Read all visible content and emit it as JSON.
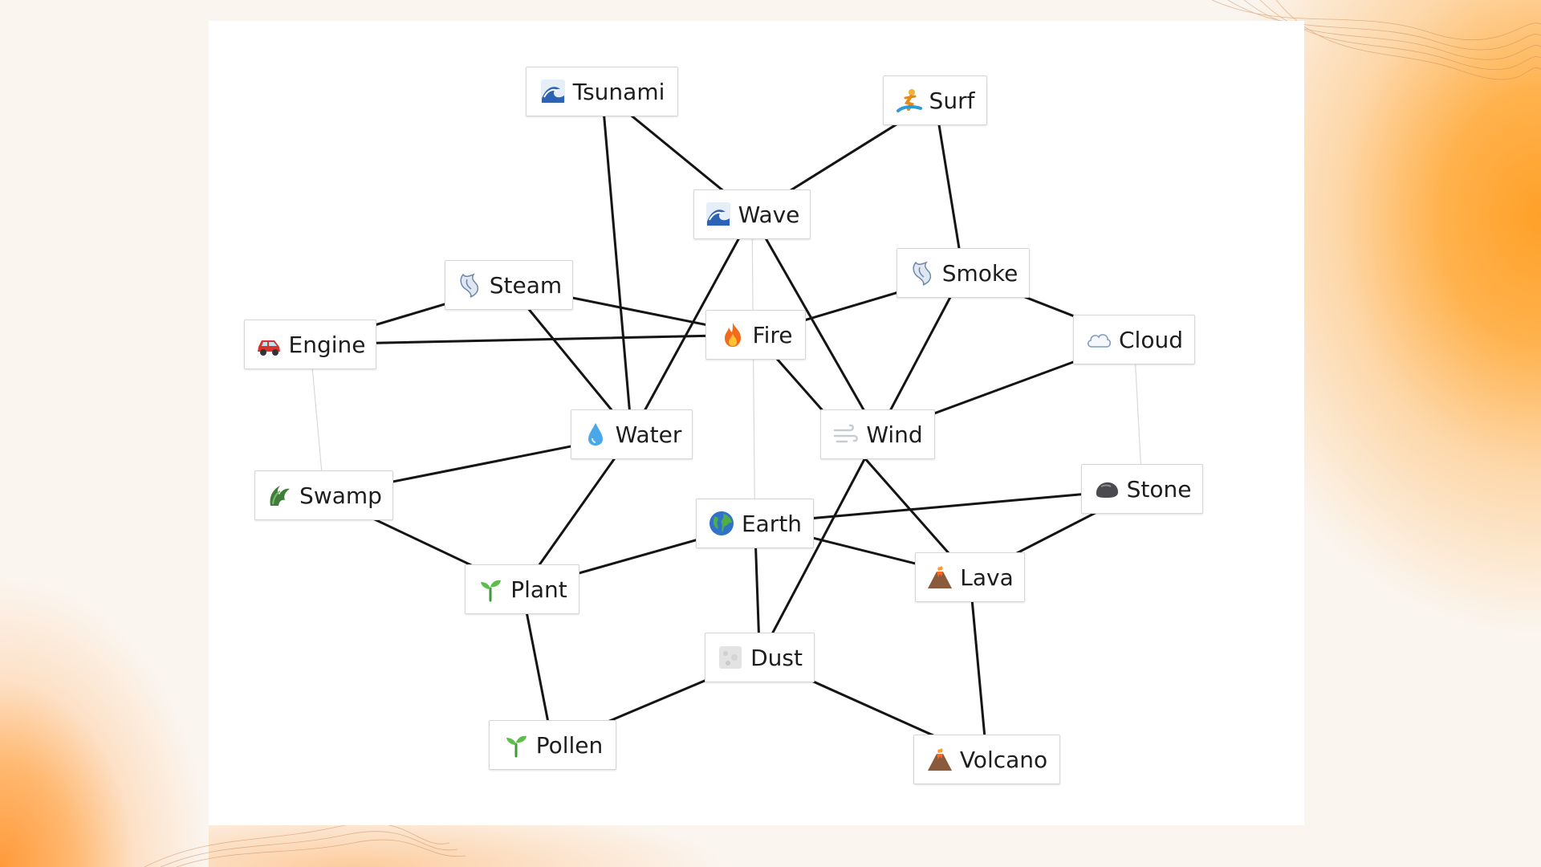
{
  "diagram": {
    "nodes": [
      {
        "id": "tsunami",
        "label": "Tsunami",
        "icon": "tsunami-wave-icon"
      },
      {
        "id": "surf",
        "label": "Surf",
        "icon": "surfer-icon"
      },
      {
        "id": "wave",
        "label": "Wave",
        "icon": "wave-icon"
      },
      {
        "id": "steam",
        "label": "Steam",
        "icon": "steam-icon"
      },
      {
        "id": "smoke",
        "label": "Smoke",
        "icon": "smoke-icon"
      },
      {
        "id": "engine",
        "label": "Engine",
        "icon": "car-icon"
      },
      {
        "id": "fire",
        "label": "Fire",
        "icon": "fire-icon"
      },
      {
        "id": "cloud",
        "label": "Cloud",
        "icon": "cloud-icon"
      },
      {
        "id": "water",
        "label": "Water",
        "icon": "water-drop-icon"
      },
      {
        "id": "wind",
        "label": "Wind",
        "icon": "wind-icon"
      },
      {
        "id": "swamp",
        "label": "Swamp",
        "icon": "swamp-icon"
      },
      {
        "id": "stone",
        "label": "Stone",
        "icon": "stone-icon"
      },
      {
        "id": "earth",
        "label": "Earth",
        "icon": "globe-icon"
      },
      {
        "id": "lava",
        "label": "Lava",
        "icon": "volcano-icon"
      },
      {
        "id": "plant",
        "label": "Plant",
        "icon": "seedling-icon"
      },
      {
        "id": "dust",
        "label": "Dust",
        "icon": "dust-icon"
      },
      {
        "id": "pollen",
        "label": "Pollen",
        "icon": "seedling-icon"
      },
      {
        "id": "volcano",
        "label": "Volcano",
        "icon": "volcano-icon"
      }
    ],
    "edges": [
      [
        "tsunami",
        "wave"
      ],
      [
        "tsunami",
        "water"
      ],
      [
        "surf",
        "wave"
      ],
      [
        "surf",
        "smoke"
      ],
      [
        "wave",
        "water"
      ],
      [
        "wave",
        "wind"
      ],
      [
        "steam",
        "engine"
      ],
      [
        "steam",
        "fire"
      ],
      [
        "steam",
        "water"
      ],
      [
        "engine",
        "fire"
      ],
      [
        "fire",
        "smoke"
      ],
      [
        "fire",
        "lava"
      ],
      [
        "smoke",
        "cloud"
      ],
      [
        "smoke",
        "wind"
      ],
      [
        "cloud",
        "wind"
      ],
      [
        "water",
        "swamp"
      ],
      [
        "water",
        "plant"
      ],
      [
        "wind",
        "dust"
      ],
      [
        "swamp",
        "plant"
      ],
      [
        "earth",
        "plant"
      ],
      [
        "earth",
        "stone"
      ],
      [
        "earth",
        "lava"
      ],
      [
        "earth",
        "dust"
      ],
      [
        "stone",
        "lava"
      ],
      [
        "lava",
        "volcano"
      ],
      [
        "dust",
        "pollen"
      ],
      [
        "dust",
        "volcano"
      ],
      [
        "plant",
        "pollen"
      ]
    ],
    "faint_edges": [
      [
        "engine",
        "swamp"
      ],
      [
        "surf",
        "smoke"
      ],
      [
        "cloud",
        "stone"
      ],
      [
        "lava",
        "volcano"
      ],
      [
        "wave",
        "earth"
      ]
    ]
  },
  "colors": {
    "edge": "#141414",
    "faint_edge": "#d8d8d8",
    "accent_orange": "#ffa028",
    "node_border": "#d6d6d6"
  }
}
